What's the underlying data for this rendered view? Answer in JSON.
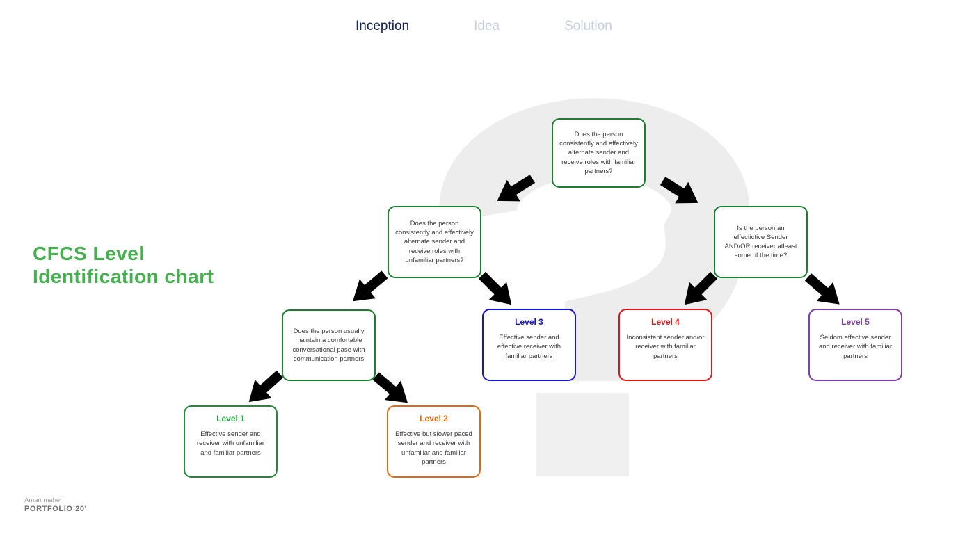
{
  "nav": {
    "tabs": [
      {
        "label": "Inception",
        "active": true
      },
      {
        "label": "Idea",
        "active": false
      },
      {
        "label": "Solution",
        "active": false
      }
    ]
  },
  "title": {
    "line1": "CFCS Level",
    "line2": "Identification chart",
    "color": "#45b14e"
  },
  "diagram": {
    "question_boxes": [
      {
        "id": "q-familiar",
        "text": "Does the person consistently and effectively alternate sender and receive roles with familiar partners?"
      },
      {
        "id": "q-unfamiliar",
        "text": "Does the person consistently and effectively alternate sender and receive roles with unfamiliar partners?"
      },
      {
        "id": "q-sometimes",
        "text": "Is the person an effectictive Sender AND/OR receiver atleast some of the time?"
      },
      {
        "id": "q-pace",
        "text": "Does the person usually maintain a comfortable conversational pase with communication partners"
      }
    ],
    "level_boxes": [
      {
        "title": "Level 1",
        "text": "Effective sender and receiver with unfamiliar and familiar partners",
        "color": "#1fa33c"
      },
      {
        "title": "Level 2",
        "text": "Effective but slower paced sender and receiver with unfamiliar and familiar partners",
        "color": "#e2690f"
      },
      {
        "title": "Level 3",
        "text": "Effective sender and effective receiver with familiar partners",
        "color": "#1512e0"
      },
      {
        "title": "Level 4",
        "text": "Inconsistent sender and/or  receiver with familiar partners",
        "color": "#e81414"
      },
      {
        "title": "Level 5",
        "text": "Seldom effective sender and receiver with familiar partners",
        "color": "#7e3fa8"
      }
    ],
    "arrow_colors": {
      "positive": "#2ed24a",
      "negative": "#e42313"
    },
    "background": {
      "question_mark_color": "#ededed",
      "question_mark_dot_color": "#f0f0f0"
    }
  },
  "footer": {
    "author": "Aman maher",
    "brand": "PORTFOLIO 20'"
  }
}
